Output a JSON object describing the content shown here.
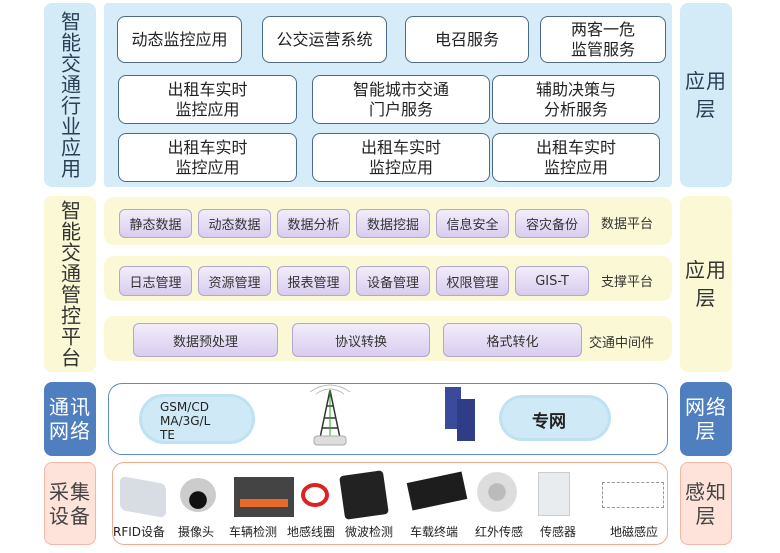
{
  "layers": {
    "left": {
      "app": "智能交通行业应用",
      "platform": "智能交通管控平台",
      "network": "通讯网络",
      "collect": "采集设备"
    },
    "right": {
      "app": "应用层",
      "platform": "应用层",
      "network": "网络层",
      "sense": "感知层"
    }
  },
  "apps": [
    [
      "动态监控应用",
      "公交运营系统",
      "电召服务",
      "两客一危\n监管服务"
    ],
    [
      "出租车实时\n监控应用",
      "智能城市交通\n门户服务",
      "辅助决策与\n分析服务"
    ],
    [
      "出租车实时\n监控应用",
      "出租车实时\n监控应用",
      "出租车实时\n监控应用"
    ]
  ],
  "platform": {
    "data": {
      "label": "数据平台",
      "items": [
        "静态数据",
        "动态数据",
        "数据分析",
        "数据挖掘",
        "信息安全",
        "容灾备份"
      ]
    },
    "support": {
      "label": "支撑平台",
      "items": [
        "日志管理",
        "资源管理",
        "报表管理",
        "设备管理",
        "权限管理",
        "GIS-T"
      ]
    },
    "middleware": {
      "label": "交通中间件",
      "items": [
        "数据预处理",
        "协议转换",
        "格式转化"
      ]
    }
  },
  "network": {
    "cloud1": "GSM/CD\nMA/3G/L\nTE",
    "cloud2": "专网"
  },
  "devices": [
    "RFID设备",
    "摄像头",
    "车辆检测",
    "地感线圈",
    "微波检测",
    "车载终端",
    "红外传感",
    "传感器",
    "地磁感应"
  ],
  "colors": {
    "app": "#d6ecf8",
    "platform": "#fbf8d5",
    "network": "#4f7fbf",
    "sense": "#fde3da"
  }
}
